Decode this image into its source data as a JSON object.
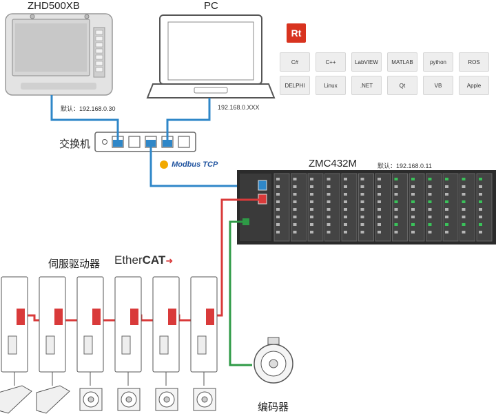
{
  "devices": {
    "hmi": {
      "title": "ZHD500XB",
      "ip": "默认：192.168.0.30"
    },
    "pc": {
      "title": "PC",
      "ip": "192.168.0.XXX"
    },
    "switch": {
      "label": "交换机"
    },
    "controller": {
      "title": "ZMC432M",
      "ip": "默认：192.168.0.11"
    },
    "servo": {
      "label": "伺服驱动器",
      "count": 6
    },
    "encoder": {
      "label": "编码器"
    }
  },
  "protocols": {
    "modbus": "Modbus TCP",
    "ethercat_prefix": "Ether",
    "ethercat_suffix": "CAT"
  },
  "software": {
    "brand": "Rt",
    "row1": [
      "C#",
      "C++",
      "LabVIEW",
      "MATLAB",
      "python",
      "ROS"
    ],
    "row2": [
      "DELPHI",
      "Linux",
      ".NET",
      "Qt",
      "VB",
      "Apple"
    ]
  },
  "colors": {
    "ethernet": "#2f87c8",
    "ethercat": "#d93a3a",
    "encoder": "#2e9a46",
    "device_dark": "#2b2b2b"
  }
}
